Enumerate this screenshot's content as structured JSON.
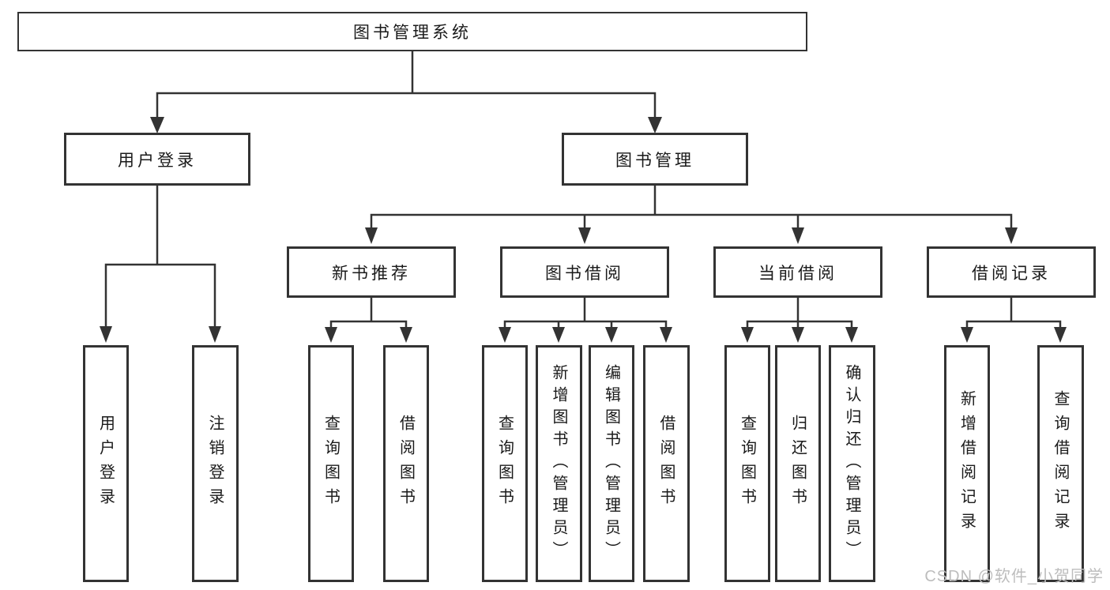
{
  "colors": {
    "background": "#ffffff",
    "line": "#333333",
    "text": "#1a1a1a",
    "watermark": "#bdbdbd"
  },
  "watermark": {
    "text": "CSDN @软件_小贺同学"
  },
  "tree": {
    "label": "图书管理系统",
    "children": [
      {
        "label": "用户登录",
        "children": [
          {
            "label": "用户登录"
          },
          {
            "label": "注销登录"
          }
        ]
      },
      {
        "label": "图书管理",
        "children": [
          {
            "label": "新书推荐",
            "children": [
              {
                "label": "查询图书"
              },
              {
                "label": "借阅图书"
              }
            ]
          },
          {
            "label": "图书借阅",
            "children": [
              {
                "label": "查询图书"
              },
              {
                "label": "新增图书（管理员）"
              },
              {
                "label": "编辑图书（管理员）"
              },
              {
                "label": "借阅图书"
              }
            ]
          },
          {
            "label": "当前借阅",
            "children": [
              {
                "label": "查询图书"
              },
              {
                "label": "归还图书"
              },
              {
                "label": "确认归还（管理员）"
              }
            ]
          },
          {
            "label": "借阅记录",
            "children": [
              {
                "label": "新增借阅记录"
              },
              {
                "label": "查询借阅记录"
              }
            ]
          }
        ]
      }
    ]
  }
}
